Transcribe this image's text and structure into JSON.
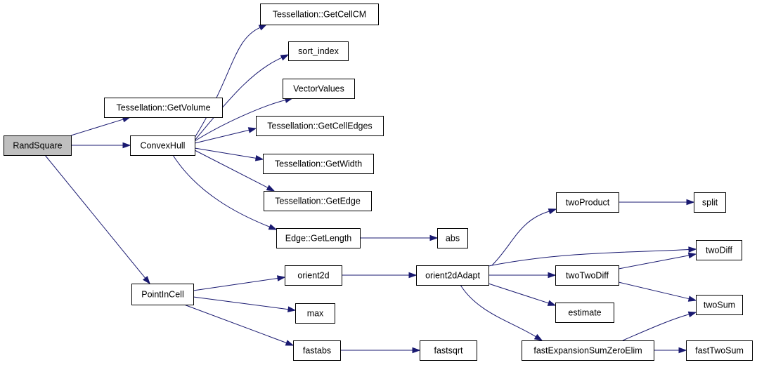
{
  "diagram": {
    "nodes": [
      {
        "id": "randsquare",
        "label": "RandSquare",
        "root": true
      },
      {
        "id": "getvolume",
        "label": "Tessellation::GetVolume"
      },
      {
        "id": "convexhull",
        "label": "ConvexHull"
      },
      {
        "id": "pointincell",
        "label": "PointInCell"
      },
      {
        "id": "getcellcm",
        "label": "Tessellation::GetCellCM"
      },
      {
        "id": "sortindex",
        "label": "sort_index"
      },
      {
        "id": "vectorvalues",
        "label": "VectorValues"
      },
      {
        "id": "getcelledges",
        "label": "Tessellation::GetCellEdges"
      },
      {
        "id": "getwidth",
        "label": "Tessellation::GetWidth"
      },
      {
        "id": "getedge",
        "label": "Tessellation::GetEdge"
      },
      {
        "id": "getlength",
        "label": "Edge::GetLength"
      },
      {
        "id": "abs",
        "label": "abs"
      },
      {
        "id": "orient2d",
        "label": "orient2d"
      },
      {
        "id": "max",
        "label": "max"
      },
      {
        "id": "fastabs",
        "label": "fastabs"
      },
      {
        "id": "fastsqrt",
        "label": "fastsqrt"
      },
      {
        "id": "orient2dadapt",
        "label": "orient2dAdapt"
      },
      {
        "id": "twoproduct",
        "label": "twoProduct"
      },
      {
        "id": "split",
        "label": "split"
      },
      {
        "id": "twodiff",
        "label": "twoDiff"
      },
      {
        "id": "twotwodiff",
        "label": "twoTwoDiff"
      },
      {
        "id": "estimate",
        "label": "estimate"
      },
      {
        "id": "twosum",
        "label": "twoSum"
      },
      {
        "id": "fastexpansion",
        "label": "fastExpansionSumZeroElim"
      },
      {
        "id": "fasttwosum",
        "label": "fastTwoSum"
      }
    ],
    "edges": [
      {
        "from": "randsquare",
        "to": "getvolume"
      },
      {
        "from": "randsquare",
        "to": "convexhull"
      },
      {
        "from": "randsquare",
        "to": "pointincell"
      },
      {
        "from": "convexhull",
        "to": "getcellcm"
      },
      {
        "from": "convexhull",
        "to": "sortindex"
      },
      {
        "from": "convexhull",
        "to": "vectorvalues"
      },
      {
        "from": "convexhull",
        "to": "getcelledges"
      },
      {
        "from": "convexhull",
        "to": "getwidth"
      },
      {
        "from": "convexhull",
        "to": "getedge"
      },
      {
        "from": "convexhull",
        "to": "getlength"
      },
      {
        "from": "getlength",
        "to": "abs"
      },
      {
        "from": "pointincell",
        "to": "orient2d"
      },
      {
        "from": "pointincell",
        "to": "max"
      },
      {
        "from": "pointincell",
        "to": "fastabs"
      },
      {
        "from": "fastabs",
        "to": "fastsqrt"
      },
      {
        "from": "orient2d",
        "to": "orient2dadapt"
      },
      {
        "from": "orient2dadapt",
        "to": "twoproduct"
      },
      {
        "from": "orient2dadapt",
        "to": "twodiff"
      },
      {
        "from": "orient2dadapt",
        "to": "twotwodiff"
      },
      {
        "from": "orient2dadapt",
        "to": "estimate"
      },
      {
        "from": "orient2dadapt",
        "to": "fastexpansion"
      },
      {
        "from": "twoproduct",
        "to": "split"
      },
      {
        "from": "twotwodiff",
        "to": "twodiff"
      },
      {
        "from": "twotwodiff",
        "to": "twosum"
      },
      {
        "from": "fastexpansion",
        "to": "twosum"
      },
      {
        "from": "fastexpansion",
        "to": "fasttwosum"
      }
    ]
  }
}
